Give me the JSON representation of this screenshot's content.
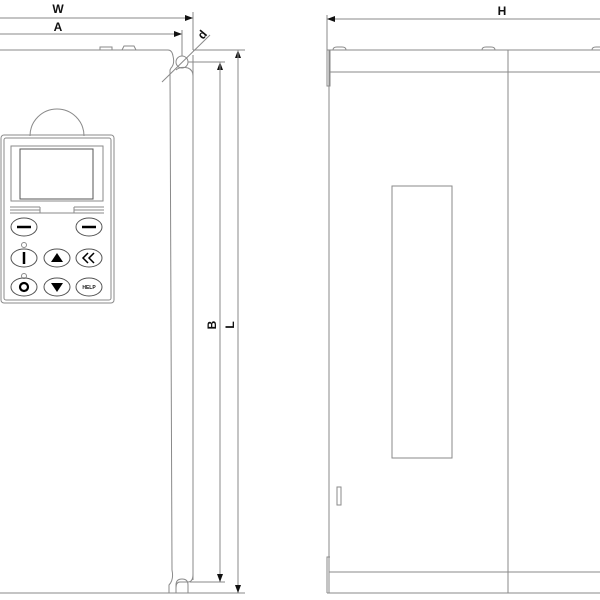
{
  "dimensions": {
    "width_label": "W",
    "mount_width_label": "A",
    "hole_diameter_label": "d",
    "height_label": "H",
    "mount_height_label": "B",
    "length_label": "L"
  },
  "keypad": {
    "help_key_label": "HELP"
  }
}
